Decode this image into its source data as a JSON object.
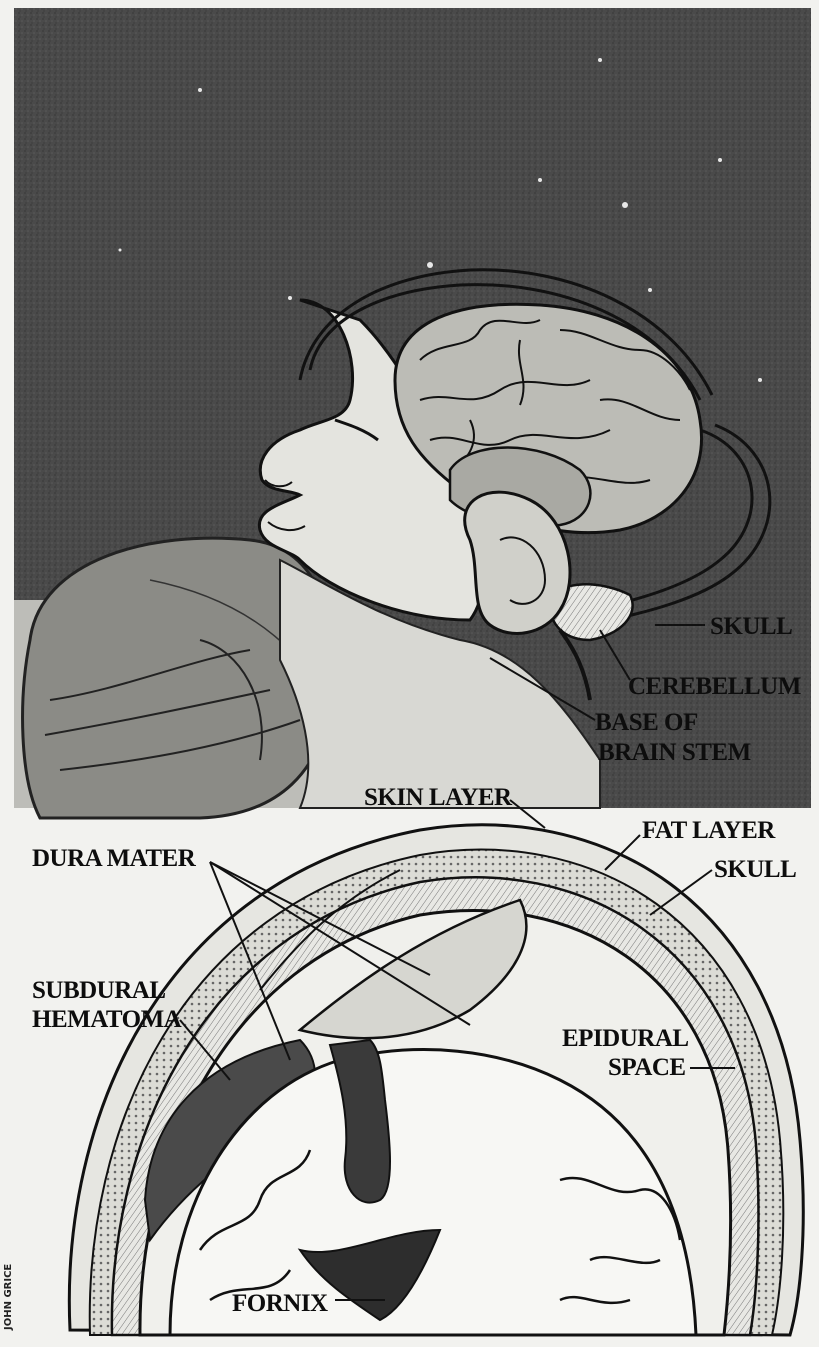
{
  "labels": {
    "skull_top": "SKULL",
    "cerebellum": "CEREBELLUM",
    "base_of_brain_stem_1": "BASE OF",
    "base_of_brain_stem_2": "BRAIN STEM",
    "skin_layer": "SKIN LAYER",
    "fat_layer": "FAT LAYER",
    "skull_bottom": "SKULL",
    "dura_mater": "DURA MATER",
    "subdural_1": "SUBDURAL",
    "subdural_2": "HEMATOMA",
    "epidural_1": "EPIDURAL",
    "epidural_2": "SPACE",
    "fornix": "FORNIX"
  },
  "credit": "JOHN GRICE"
}
